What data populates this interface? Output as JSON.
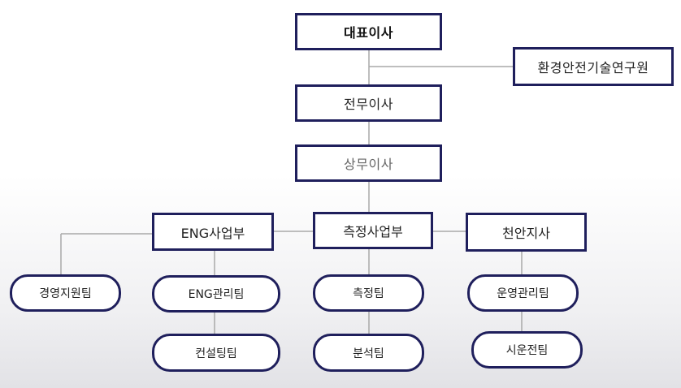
{
  "org": {
    "ceo": "대표이사",
    "institute": "환경안전기술연구원",
    "managing_director": "전무이사",
    "executive_director": "상무이사",
    "divisions": {
      "eng": "ENG사업부",
      "measurement": "측정사업부",
      "cheonan": "천안지사"
    },
    "teams": {
      "management_support": "경영지원팀",
      "eng_management": "ENG관리팀",
      "consulting": "컨설팅팀",
      "measurement": "측정팀",
      "analysis": "분석팀",
      "operation_management": "운영관리팀",
      "trial_operation": "시운전팀"
    }
  },
  "colors": {
    "box_border": "#1f1f5c",
    "connector": "#a9a9a9",
    "text": "#222222"
  }
}
